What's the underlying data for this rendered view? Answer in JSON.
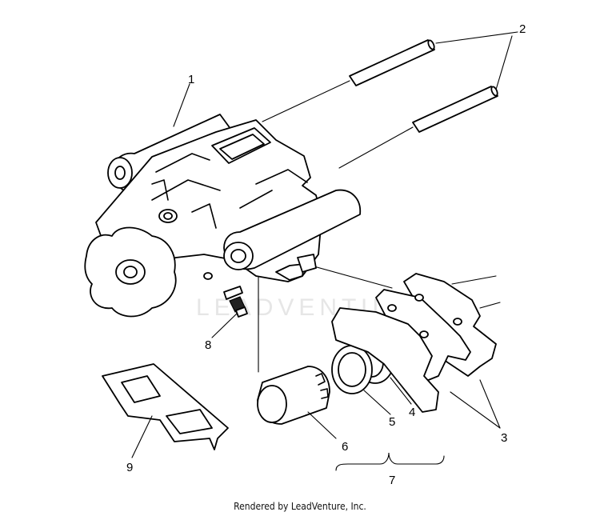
{
  "watermark": "LEADVENTURE",
  "footer": "Rendered by LeadVenture, Inc.",
  "callouts": {
    "c1": "1",
    "c2": "2",
    "c3": "3",
    "c4": "4",
    "c5": "5",
    "c6": "6",
    "c7": "7",
    "c8": "8",
    "c9": "9"
  }
}
